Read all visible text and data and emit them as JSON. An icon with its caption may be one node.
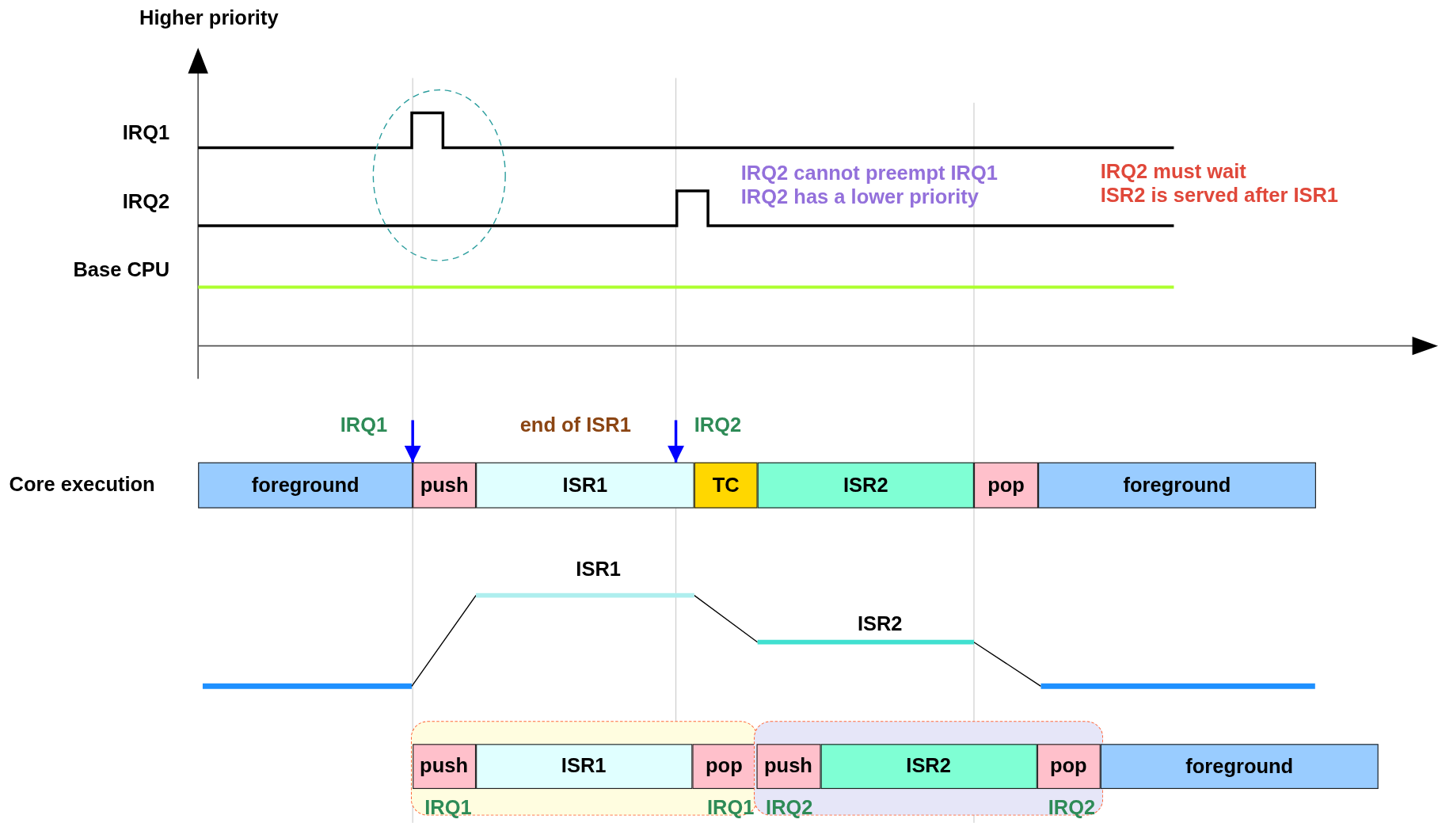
{
  "diagram": {
    "nodes": [
      {
        "text": [
          "foreground"
        ]
      },
      {
        "text": [
          "push"
        ]
      },
      {
        "text": [
          "ISR1"
        ]
      },
      {
        "text": [
          "TC"
        ]
      },
      {
        "text": [
          "ISR2"
        ]
      },
      {
        "text": [
          "pop"
        ]
      },
      {
        "text": [
          "foreground"
        ]
      },
      {
        "text": [
          "IRQ1",
          "IRQ1"
        ]
      },
      {
        "text": [
          "push"
        ],
        "in": 7
      },
      {
        "text": [
          "ISR1"
        ],
        "in": 7
      },
      {
        "text": [
          "pop"
        ],
        "in": 7
      },
      {
        "text": [
          "IRQ2",
          "IRQ2"
        ]
      },
      {
        "text": [
          "push"
        ],
        "in": 11
      },
      {
        "text": [
          "ISR2"
        ],
        "in": 11
      },
      {
        "text": [
          "pop"
        ],
        "in": 11
      },
      {
        "text": [
          "foreground"
        ]
      }
    ],
    "edges": [
      {
        "from": null,
        "to": 1,
        "arrow": "to",
        "label": "IRQ1"
      },
      {
        "from": null,
        "to": 2,
        "arrow": "to",
        "label": "IRQ2"
      }
    ],
    "labels": [
      "Higher priority",
      "IRQ1",
      "IRQ2",
      "Base CPU",
      "IRQ2 cannot preempt IRQ1",
      "IRQ2 has a lower priority",
      "IRQ2 must wait",
      "ISR2 is served after ISR1",
      "Core execution",
      "end of ISR1",
      "ISR1",
      "ISR2"
    ]
  }
}
